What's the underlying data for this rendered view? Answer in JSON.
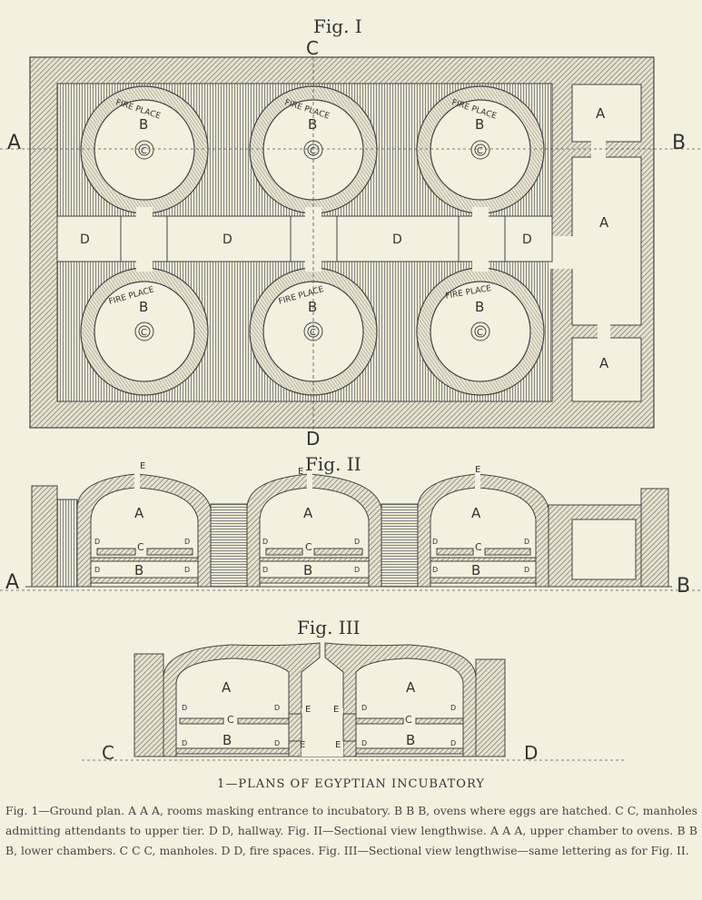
{
  "fig1": {
    "title": "Fig. I",
    "axis_top": "C",
    "axis_bottom": "D",
    "axis_left": "A",
    "axis_right": "B",
    "fire_place": "FIRE PLACE",
    "oven": "B",
    "manhole": "C",
    "hall": "D",
    "room": "A"
  },
  "fig2": {
    "title": "Fig. II",
    "left": "A",
    "right": "B",
    "upper": "A",
    "lower": "B",
    "manhole": "C",
    "fire": "D",
    "vent": "E"
  },
  "fig3": {
    "title": "Fig. III",
    "left": "C",
    "right": "D",
    "upper": "A",
    "lower": "B",
    "manhole": "C",
    "fire": "D",
    "vent": "E"
  },
  "caption": "1—PLANS OF EGYPTIAN INCUBATORY",
  "legend": "Fig. 1—Ground plan. A A A, rooms masking entrance to incubatory. B B B, ovens where eggs are hatched. C C, manholes admitting attendants to upper tier. D D, hallway. Fig. II—Sectional view lengthwise. A A A, upper chamber to ovens. B B B, lower chambers. C C C, manholes. D D, fire spaces. Fig. III—Sectional view lengthwise—same lettering as for Fig. II."
}
